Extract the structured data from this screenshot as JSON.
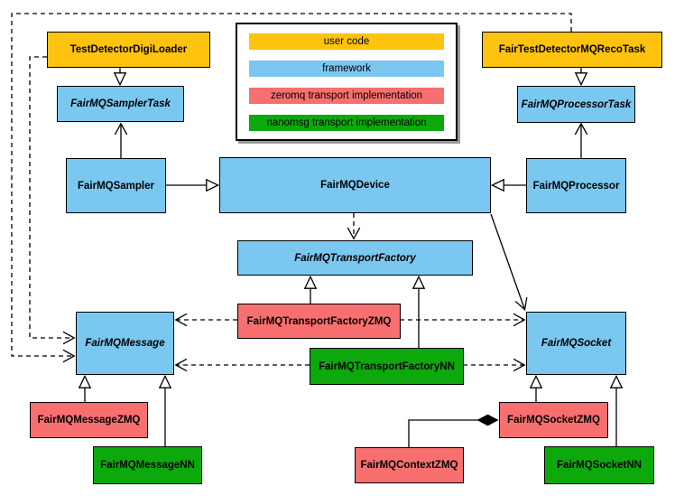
{
  "colors": {
    "user_code": "#FDC30E",
    "framework": "#7AC7F0",
    "zeromq": "#F76F6F",
    "nanomsg": "#0CA80C",
    "line": "#000000",
    "background": "#FFFFFF"
  },
  "legend": {
    "items": [
      {
        "label": "user code",
        "color": "#FDC30E"
      },
      {
        "label": "framework",
        "color": "#7AC7F0"
      },
      {
        "label": "zeromq transport implementation",
        "color": "#F76F6F"
      },
      {
        "label": "nanomsg transport implementation",
        "color": "#0CA80C"
      }
    ]
  },
  "nodes": {
    "test_detector_digi_loader": {
      "label": "TestDetectorDigiLoader",
      "category": "user code"
    },
    "fair_test_detector_mq_reco_task": {
      "label": "FairTestDetectorMQRecoTask",
      "category": "user code"
    },
    "fair_mq_sampler_task": {
      "label": "FairMQSamplerTask",
      "category": "framework",
      "abstract": true
    },
    "fair_mq_processor_task": {
      "label": "FairMQProcessorTask",
      "category": "framework",
      "abstract": true
    },
    "fair_mq_sampler": {
      "label": "FairMQSampler",
      "category": "framework"
    },
    "fair_mq_device": {
      "label": "FairMQDevice",
      "category": "framework"
    },
    "fair_mq_processor": {
      "label": "FairMQProcessor",
      "category": "framework"
    },
    "fair_mq_transport_factory": {
      "label": "FairMQTransportFactory",
      "category": "framework",
      "abstract": true
    },
    "fair_mq_transport_factory_zmq": {
      "label": "FairMQTransportFactoryZMQ",
      "category": "zeromq"
    },
    "fair_mq_transport_factory_nn": {
      "label": "FairMQTransportFactoryNN",
      "category": "nanomsg"
    },
    "fair_mq_message": {
      "label": "FairMQMessage",
      "category": "framework",
      "abstract": true
    },
    "fair_mq_socket": {
      "label": "FairMQSocket",
      "category": "framework",
      "abstract": true
    },
    "fair_mq_message_zmq": {
      "label": "FairMQMessageZMQ",
      "category": "zeromq"
    },
    "fair_mq_message_nn": {
      "label": "FairMQMessageNN",
      "category": "nanomsg"
    },
    "fair_mq_context_zmq": {
      "label": "FairMQContextZMQ",
      "category": "zeromq"
    },
    "fair_mq_socket_zmq": {
      "label": "FairMQSocketZMQ",
      "category": "zeromq"
    },
    "fair_mq_socket_nn": {
      "label": "FairMQSocketNN",
      "category": "nanomsg"
    }
  },
  "relationships": [
    {
      "from": "TestDetectorDigiLoader",
      "to": "FairMQSamplerTask",
      "type": "generalization"
    },
    {
      "from": "FairTestDetectorMQRecoTask",
      "to": "FairMQProcessorTask",
      "type": "generalization"
    },
    {
      "from": "FairMQSampler",
      "to": "FairMQSamplerTask",
      "type": "association"
    },
    {
      "from": "FairMQProcessor",
      "to": "FairMQProcessorTask",
      "type": "association"
    },
    {
      "from": "FairMQSampler",
      "to": "FairMQDevice",
      "type": "generalization"
    },
    {
      "from": "FairMQProcessor",
      "to": "FairMQDevice",
      "type": "generalization"
    },
    {
      "from": "FairMQDevice",
      "to": "FairMQTransportFactory",
      "type": "dependency"
    },
    {
      "from": "FairMQDevice",
      "to": "FairMQSocket",
      "type": "association"
    },
    {
      "from": "FairMQTransportFactoryZMQ",
      "to": "FairMQTransportFactory",
      "type": "generalization"
    },
    {
      "from": "FairMQTransportFactoryNN",
      "to": "FairMQTransportFactory",
      "type": "generalization"
    },
    {
      "from": "FairMQTransportFactoryZMQ",
      "to": "FairMQMessage",
      "type": "dependency"
    },
    {
      "from": "FairMQTransportFactoryZMQ",
      "to": "FairMQSocket",
      "type": "dependency"
    },
    {
      "from": "FairMQTransportFactoryNN",
      "to": "FairMQMessage",
      "type": "dependency"
    },
    {
      "from": "FairMQTransportFactoryNN",
      "to": "FairMQSocket",
      "type": "dependency"
    },
    {
      "from": "TestDetectorDigiLoader",
      "to": "FairMQMessage",
      "type": "dependency"
    },
    {
      "from": "FairTestDetectorMQRecoTask",
      "to": "FairMQMessage",
      "type": "dependency"
    },
    {
      "from": "FairMQMessageZMQ",
      "to": "FairMQMessage",
      "type": "generalization"
    },
    {
      "from": "FairMQMessageNN",
      "to": "FairMQMessage",
      "type": "generalization"
    },
    {
      "from": "FairMQSocketZMQ",
      "to": "FairMQSocket",
      "type": "generalization"
    },
    {
      "from": "FairMQSocketNN",
      "to": "FairMQSocket",
      "type": "generalization"
    },
    {
      "from": "FairMQContextZMQ",
      "to": "FairMQSocketZMQ",
      "type": "composition"
    }
  ]
}
